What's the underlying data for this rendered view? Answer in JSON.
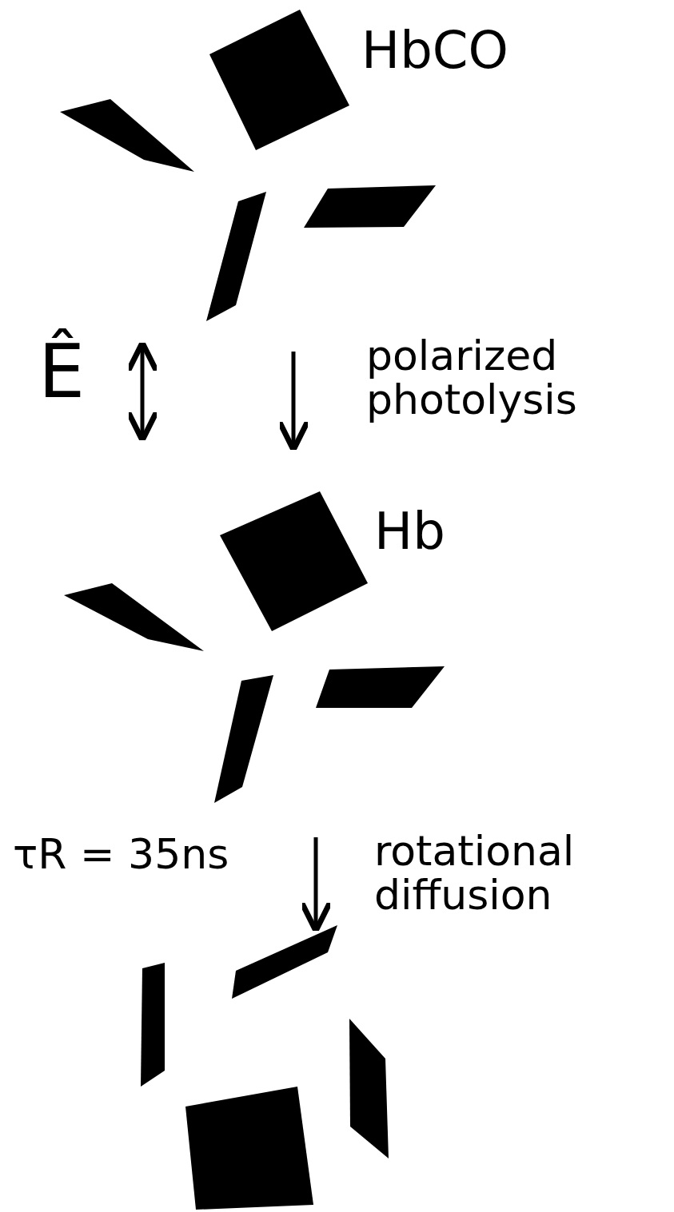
{
  "diagram": {
    "labels": [
      "HbCO",
      "Ê",
      "polarized photolysis",
      "Hb",
      "τR = 35ns",
      "rotational diffusion"
    ]
  }
}
